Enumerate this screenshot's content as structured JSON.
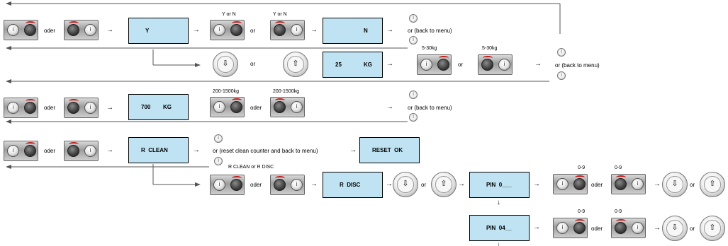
{
  "words": {
    "oder": "oder",
    "or": "or",
    "arrow": "→",
    "down_arrow": "↓",
    "back_to_menu": "or (back to menu)",
    "reset_counter": "or (reset clean counter and back to menu)"
  },
  "ranges": {
    "y_or_n": "Y or N",
    "kg_5_30": "5-30kg",
    "kg_200_1500": "200-1500kg",
    "clean_or_disc": "R CLEAN or R DISC",
    "digit": "0-9"
  },
  "displays": {
    "y": "Y",
    "n": "N",
    "kg25_value": "25",
    "kg25_unit": "KG",
    "kg700_value": "700",
    "kg700_unit": "KG",
    "r_clean": "R  CLEAN",
    "reset_ok": "RESET  OK",
    "r_disc": "R  DISC",
    "pin1": "PIN  0___",
    "pin2": "PIN  04__"
  },
  "icons": {
    "up_arrow_glyph": "⇧",
    "down_arrow_glyph": "⇩"
  }
}
